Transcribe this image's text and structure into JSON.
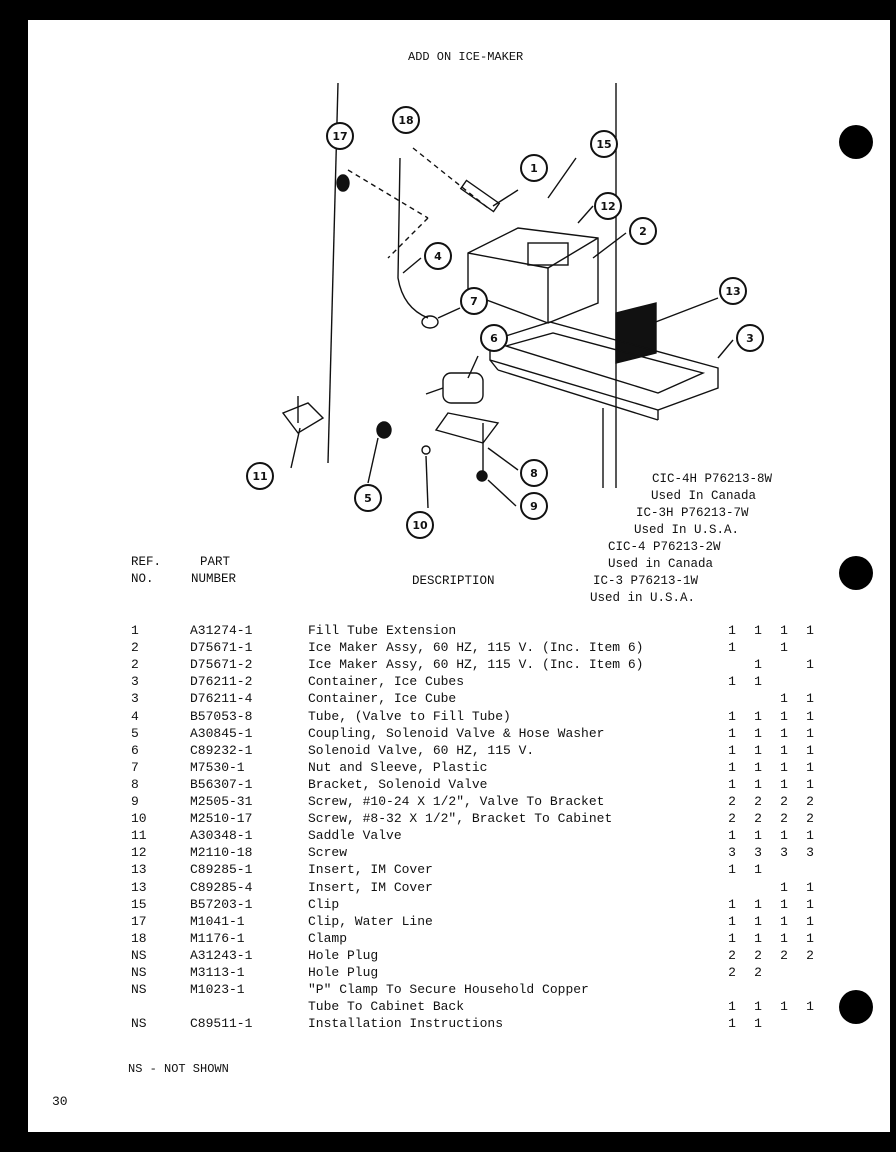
{
  "title": "ADD ON ICE-MAKER",
  "callouts": [
    "17",
    "18",
    "1",
    "15",
    "12",
    "2",
    "4",
    "7",
    "13",
    "3",
    "6",
    "11",
    "5",
    "8",
    "10",
    "9"
  ],
  "models": [
    {
      "model": "CIC-4H P76213-8W",
      "usage": "Used In Canada"
    },
    {
      "model": "IC-3H P76213-7W",
      "usage": "Used In U.S.A."
    },
    {
      "model": "CIC-4 P76213-2W",
      "usage": "Used in Canada"
    },
    {
      "model": "IC-3 P76213-1W",
      "usage": "Used in U.S.A."
    }
  ],
  "headers": {
    "ref_1": "REF.",
    "ref_2": "NO.",
    "part_1": "PART",
    "part_2": "NUMBER",
    "description": "DESCRIPTION"
  },
  "parts": [
    {
      "ref": "1",
      "part": "A31274-1",
      "desc": "Fill Tube Extension",
      "q": [
        "1",
        "1",
        "1",
        "1"
      ]
    },
    {
      "ref": "2",
      "part": "D75671-1",
      "desc": "Ice Maker Assy, 60 HZ, 115 V. (Inc. Item 6)",
      "q": [
        "1",
        "",
        "1",
        ""
      ]
    },
    {
      "ref": "2",
      "part": "D75671-2",
      "desc": "Ice Maker Assy, 60 HZ, 115 V. (Inc. Item 6)",
      "q": [
        "",
        "1",
        "",
        "1"
      ]
    },
    {
      "ref": "3",
      "part": "D76211-2",
      "desc": "Container, Ice Cubes",
      "q": [
        "1",
        "1",
        "",
        ""
      ]
    },
    {
      "ref": "3",
      "part": "D76211-4",
      "desc": "Container, Ice Cube",
      "q": [
        "",
        "",
        "1",
        "1"
      ]
    },
    {
      "ref": "4",
      "part": "B57053-8",
      "desc": "Tube, (Valve to Fill Tube)",
      "q": [
        "1",
        "1",
        "1",
        "1"
      ]
    },
    {
      "ref": "5",
      "part": "A30845-1",
      "desc": "Coupling, Solenoid Valve & Hose Washer",
      "q": [
        "1",
        "1",
        "1",
        "1"
      ]
    },
    {
      "ref": "6",
      "part": "C89232-1",
      "desc": "Solenoid Valve, 60 HZ, 115 V.",
      "q": [
        "1",
        "1",
        "1",
        "1"
      ]
    },
    {
      "ref": "7",
      "part": "M7530-1",
      "desc": "Nut and Sleeve, Plastic",
      "q": [
        "1",
        "1",
        "1",
        "1"
      ]
    },
    {
      "ref": "8",
      "part": "B56307-1",
      "desc": "Bracket, Solenoid Valve",
      "q": [
        "1",
        "1",
        "1",
        "1"
      ]
    },
    {
      "ref": "9",
      "part": "M2505-31",
      "desc": "Screw, #10-24 X 1/2\", Valve To Bracket",
      "q": [
        "2",
        "2",
        "2",
        "2"
      ]
    },
    {
      "ref": "10",
      "part": "M2510-17",
      "desc": "Screw, #8-32 X 1/2\", Bracket To Cabinet",
      "q": [
        "2",
        "2",
        "2",
        "2"
      ]
    },
    {
      "ref": "11",
      "part": "A30348-1",
      "desc": "Saddle Valve",
      "q": [
        "1",
        "1",
        "1",
        "1"
      ]
    },
    {
      "ref": "12",
      "part": "M2110-18",
      "desc": "Screw",
      "q": [
        "3",
        "3",
        "3",
        "3"
      ]
    },
    {
      "ref": "13",
      "part": "C89285-1",
      "desc": "Insert, IM Cover",
      "q": [
        "1",
        "1",
        "",
        ""
      ]
    },
    {
      "ref": "13",
      "part": "C89285-4",
      "desc": "Insert, IM Cover",
      "q": [
        "",
        "",
        "1",
        "1"
      ]
    },
    {
      "ref": "15",
      "part": "B57203-1",
      "desc": "Clip",
      "q": [
        "1",
        "1",
        "1",
        "1"
      ]
    },
    {
      "ref": "17",
      "part": "M1041-1",
      "desc": "Clip, Water Line",
      "q": [
        "1",
        "1",
        "1",
        "1"
      ]
    },
    {
      "ref": "18",
      "part": "M1176-1",
      "desc": "Clamp",
      "q": [
        "1",
        "1",
        "1",
        "1"
      ]
    },
    {
      "ref": "NS",
      "part": "A31243-1",
      "desc": "Hole Plug",
      "q": [
        "2",
        "2",
        "2",
        "2"
      ]
    },
    {
      "ref": "NS",
      "part": "M3113-1",
      "desc": "Hole Plug",
      "q": [
        "2",
        "2",
        "",
        ""
      ]
    },
    {
      "ref": "NS",
      "part": "M1023-1",
      "desc": "\"P\" Clamp To Secure Household Copper",
      "q": [
        "",
        "",
        "",
        ""
      ]
    },
    {
      "ref": "",
      "part": "",
      "desc": "   Tube To Cabinet Back",
      "q": [
        "1",
        "1",
        "1",
        "1"
      ]
    },
    {
      "ref": "NS",
      "part": "C89511-1",
      "desc": "Installation Instructions",
      "q": [
        "1",
        "1",
        "",
        ""
      ]
    }
  ],
  "footnote": "NS - NOT SHOWN",
  "page_number": "30"
}
